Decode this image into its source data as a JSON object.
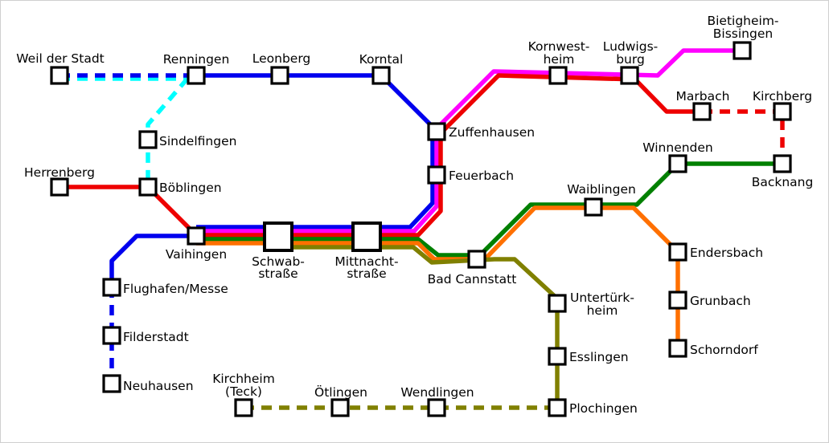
{
  "colors": {
    "blue": "#0000ee",
    "cyan": "#00ffff",
    "red": "#ee0000",
    "magenta": "#ff00ff",
    "orange": "#ff7000",
    "olive": "#808000",
    "green": "#008000"
  },
  "stations": {
    "weil_der_stadt": "Weil der Stadt",
    "renningen": "Renningen",
    "leonberg": "Leonberg",
    "korntal": "Korntal",
    "kornwestheim_1": "Kornwest-",
    "kornwestheim_2": "heim",
    "ludwigsburg_1": "Ludwigs-",
    "ludwigsburg_2": "burg",
    "bietigheim_1": "Bietigheim-",
    "bietigheim_2": "Bissingen",
    "marbach": "Marbach",
    "kirchberg": "Kirchberg",
    "sindelfingen": "Sindelfingen",
    "zuffenhausen": "Zuffenhausen",
    "herrenberg": "Herrenberg",
    "boeblingen": "Böblingen",
    "feuerbach": "Feuerbach",
    "winnenden": "Winnenden",
    "backnang": "Backnang",
    "waiblingen": "Waiblingen",
    "vaihingen": "Vaihingen",
    "schwabstrasse_1": "Schwab-",
    "schwabstrasse_2": "straße",
    "mittnachtstrasse_1": "Mittnacht-",
    "mittnachtstrasse_2": "straße",
    "bad_cannstatt": "Bad Cannstatt",
    "endersbach": "Endersbach",
    "flughafen_messe": "Flughafen/Messe",
    "untertuerkheim_1": "Untertürk-",
    "untertuerkheim_2": "heim",
    "grunbach": "Grunbach",
    "filderstadt": "Filderstadt",
    "esslingen": "Esslingen",
    "schorndorf": "Schorndorf",
    "neuhausen": "Neuhausen",
    "kirchheim_1": "Kirchheim",
    "kirchheim_2": "(Teck)",
    "oetlingen": "Ötlingen",
    "wendlingen": "Wendlingen",
    "plochingen": "Plochingen"
  }
}
